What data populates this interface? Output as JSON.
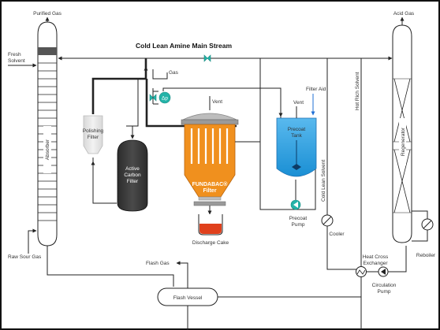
{
  "title": "Cold Lean Amine Main Stream",
  "labels": {
    "purified_gas": "Purified Gas",
    "fresh_solvent_1": "Fresh",
    "fresh_solvent_2": "Solvent",
    "absorber": "Absorber",
    "raw_sour_gas": "Raw Sour Gas",
    "polishing_filter_1": "Polishing",
    "polishing_filter_2": "Filter",
    "active_carbon_1": "Active",
    "active_carbon_2": "Carbon",
    "active_carbon_3": "Filter",
    "gas": "Gas",
    "dp": "Δp",
    "vent_filter": "Vent",
    "fundabac_1": "FUNDABAC®",
    "fundabac_2": "Filter",
    "discharge_cake": "Discharge Cake",
    "vent_tank": "Vent",
    "filter_aid": "Filter Aid",
    "precoat_tank_1": "Precoat",
    "precoat_tank_2": "Tank",
    "precoat_pump_1": "Precoat",
    "precoat_pump_2": "Pump",
    "cold_lean_solvent": "Cold Lean Solvent",
    "cooler": "Cooler",
    "flash_gas": "Flash Gas",
    "flash_vessel": "Flash Vessel",
    "acid_gas": "Acid Gas",
    "hot_rich_solvent": "Hot Rich Solvent",
    "regenerator": "Regenerator",
    "heat_cross_1": "Heat Cross",
    "heat_cross_2": "Exchanger",
    "circulation_1": "Circulation",
    "circulation_2": "Pump",
    "reboiler": "Reboiler"
  },
  "colors": {
    "fundabac_orange": "#f0901e",
    "tank_blue": "#2b9fe0",
    "pump_teal": "#23b3a8",
    "carbon_dark": "#3a3a3a",
    "polishing_gray": "#e6e6e6",
    "cake_red": "#e0401c",
    "filter_aid_arrow": "#1f6fd6"
  }
}
